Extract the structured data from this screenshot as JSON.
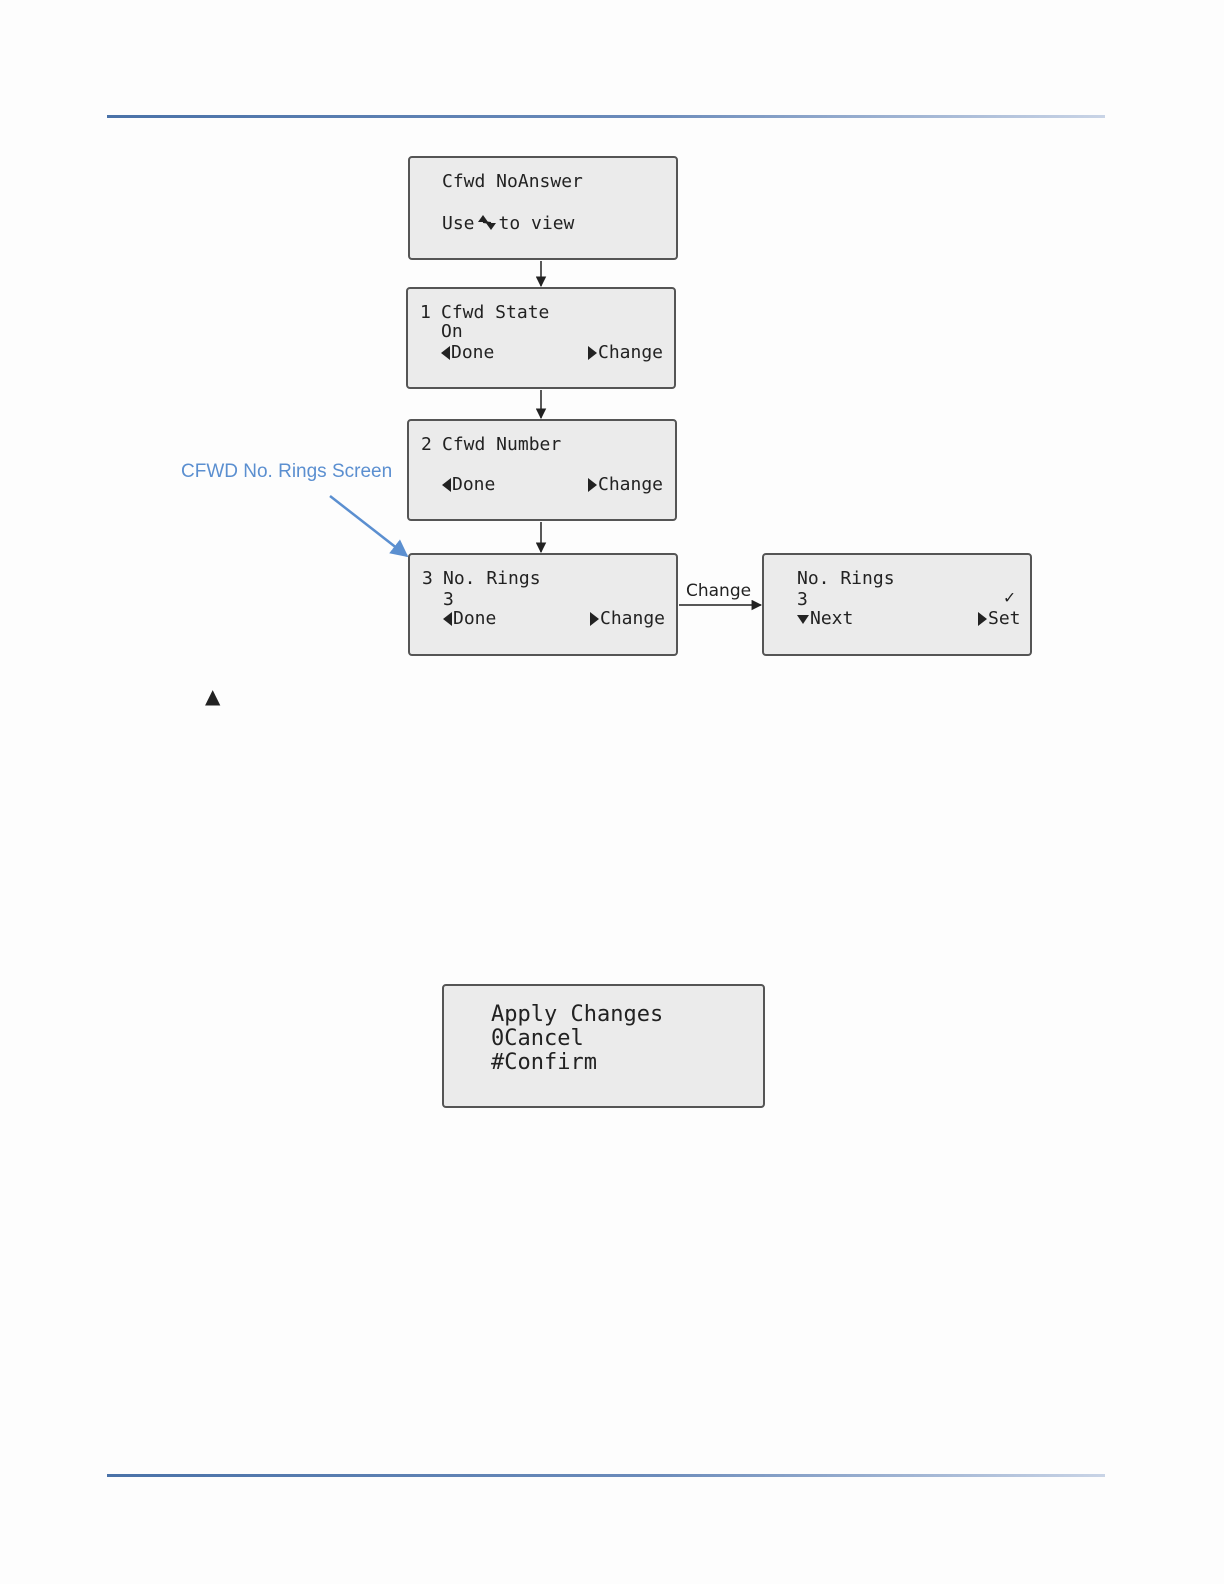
{
  "screens": {
    "cfwd_noanswer": {
      "title": "Cfwd NoAnswer",
      "hint_prefix": "Use",
      "hint_suffix": "to view"
    },
    "cfwd_state": {
      "number": "1",
      "title": "Cfwd State",
      "value": "On",
      "left_key": "Done",
      "right_key": "Change"
    },
    "cfwd_number": {
      "number": "2",
      "title": "Cfwd Number",
      "left_key": "Done",
      "right_key": "Change"
    },
    "no_rings": {
      "number": "3",
      "title": "No. Rings",
      "value": "3",
      "left_key": "Done",
      "right_key": "Change"
    },
    "no_rings_edit": {
      "title": "No. Rings",
      "value": "3",
      "check": "✓",
      "left_key": "Next",
      "right_key": "Set"
    },
    "apply_changes": {
      "line1": "Apply Changes",
      "line2": "0Cancel",
      "line3": "#Confirm"
    }
  },
  "callout": {
    "label": "CFWD No. Rings Screen",
    "color": "#5b8fd0"
  },
  "edge_label": "Change",
  "marker": "▲",
  "colors": {
    "rule": "#4a72a8",
    "lcd_bg": "#ebebeb",
    "callout": "#5b8fd0"
  }
}
